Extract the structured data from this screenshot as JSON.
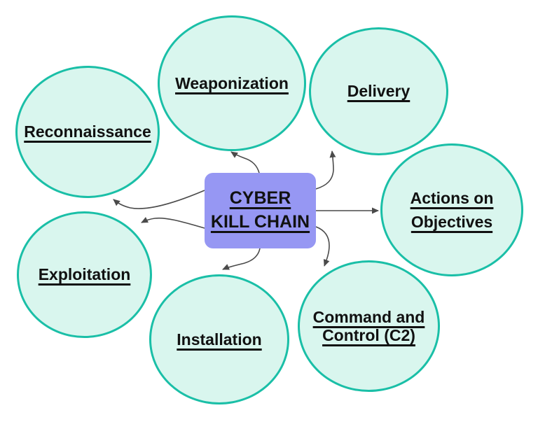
{
  "diagram": {
    "title": {
      "line1": "CYBER",
      "line2": "KILL CHAIN"
    },
    "nodes": [
      {
        "id": "reconnaissance",
        "label": "Reconnaissance"
      },
      {
        "id": "weaponization",
        "label": "Weaponization"
      },
      {
        "id": "delivery",
        "label": "Delivery"
      },
      {
        "id": "actions",
        "label": "Actions on Objectives"
      },
      {
        "id": "c2",
        "label": "Command and Control (C2)"
      },
      {
        "id": "installation",
        "label": "Installation"
      },
      {
        "id": "exploitation",
        "label": "Exploitation"
      }
    ],
    "icons": [
      {
        "name": "arrowhead-icon",
        "meaning": "connector arrowhead pointing from center box to each stage"
      }
    ],
    "colors": {
      "background": "#ffffff",
      "node_fill": "#d9f6ee",
      "node_border": "#1abfa7",
      "center_fill": "#9697f3",
      "arrow": "#4a4a4a",
      "text": "#111111"
    }
  }
}
